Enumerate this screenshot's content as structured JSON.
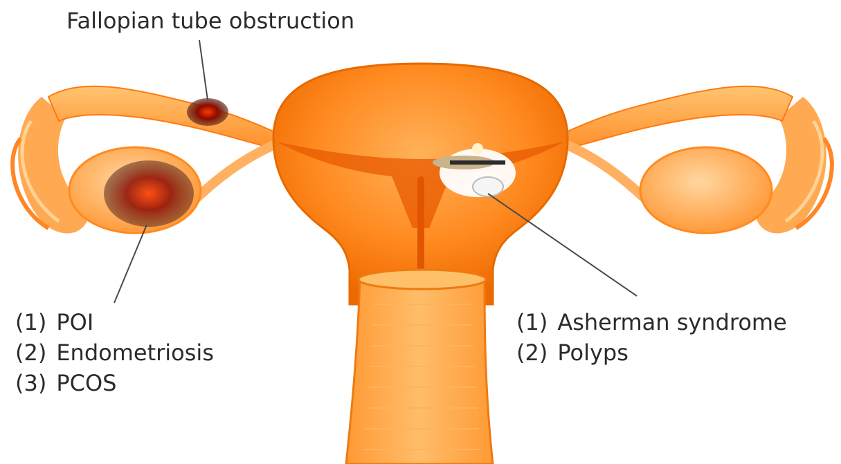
{
  "labels": {
    "fallopian_tube": "Fallopian tube obstruction",
    "ovary_conditions": [
      {
        "number": "(1)",
        "text": "POI"
      },
      {
        "number": "(2)",
        "text": "Endometriosis"
      },
      {
        "number": "(3)",
        "text": "PCOS"
      }
    ],
    "uterine_conditions": [
      {
        "number": "(1)",
        "text": "Asherman syndrome"
      },
      {
        "number": "(2)",
        "text": "Polyps"
      }
    ]
  },
  "colors": {
    "organ_light": "#ffb347",
    "organ_mid": "#ff8c1a",
    "organ_dark": "#e65c00",
    "lesion_dark": "#8b0a00",
    "leader_line": "#4a4a4a",
    "text": "#2b2b2b"
  }
}
